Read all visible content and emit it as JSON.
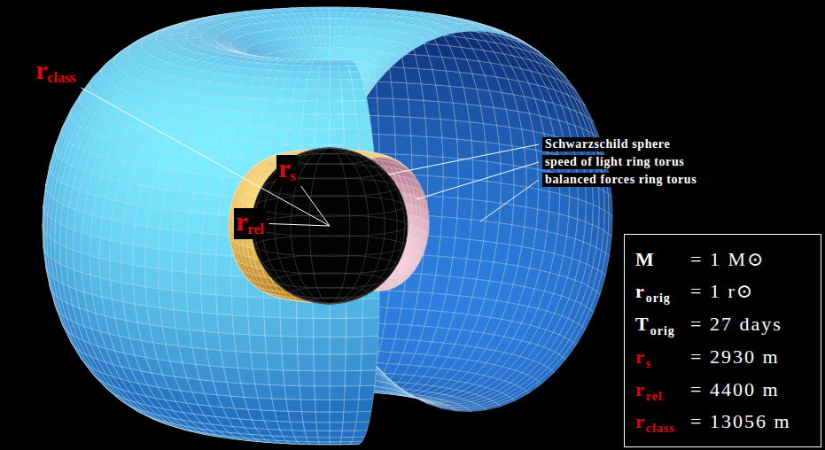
{
  "diagram": {
    "nodes": [
      {
        "text": [
          "M",
          "= 1 M⊙",
          "r",
          "orig",
          "= 1 r⊙",
          "T",
          "orig",
          "= 27 days",
          "r",
          "s",
          "= 2930 m",
          "r",
          "rel",
          "= 4400 m",
          "r",
          "class",
          "= 13056 m"
        ]
      }
    ],
    "labels": [
      "r",
      "class",
      "Schwarzschild sphere",
      "speed of light ring torus",
      "balanced forces ring torus",
      "r",
      "s",
      "r",
      "rel"
    ]
  }
}
